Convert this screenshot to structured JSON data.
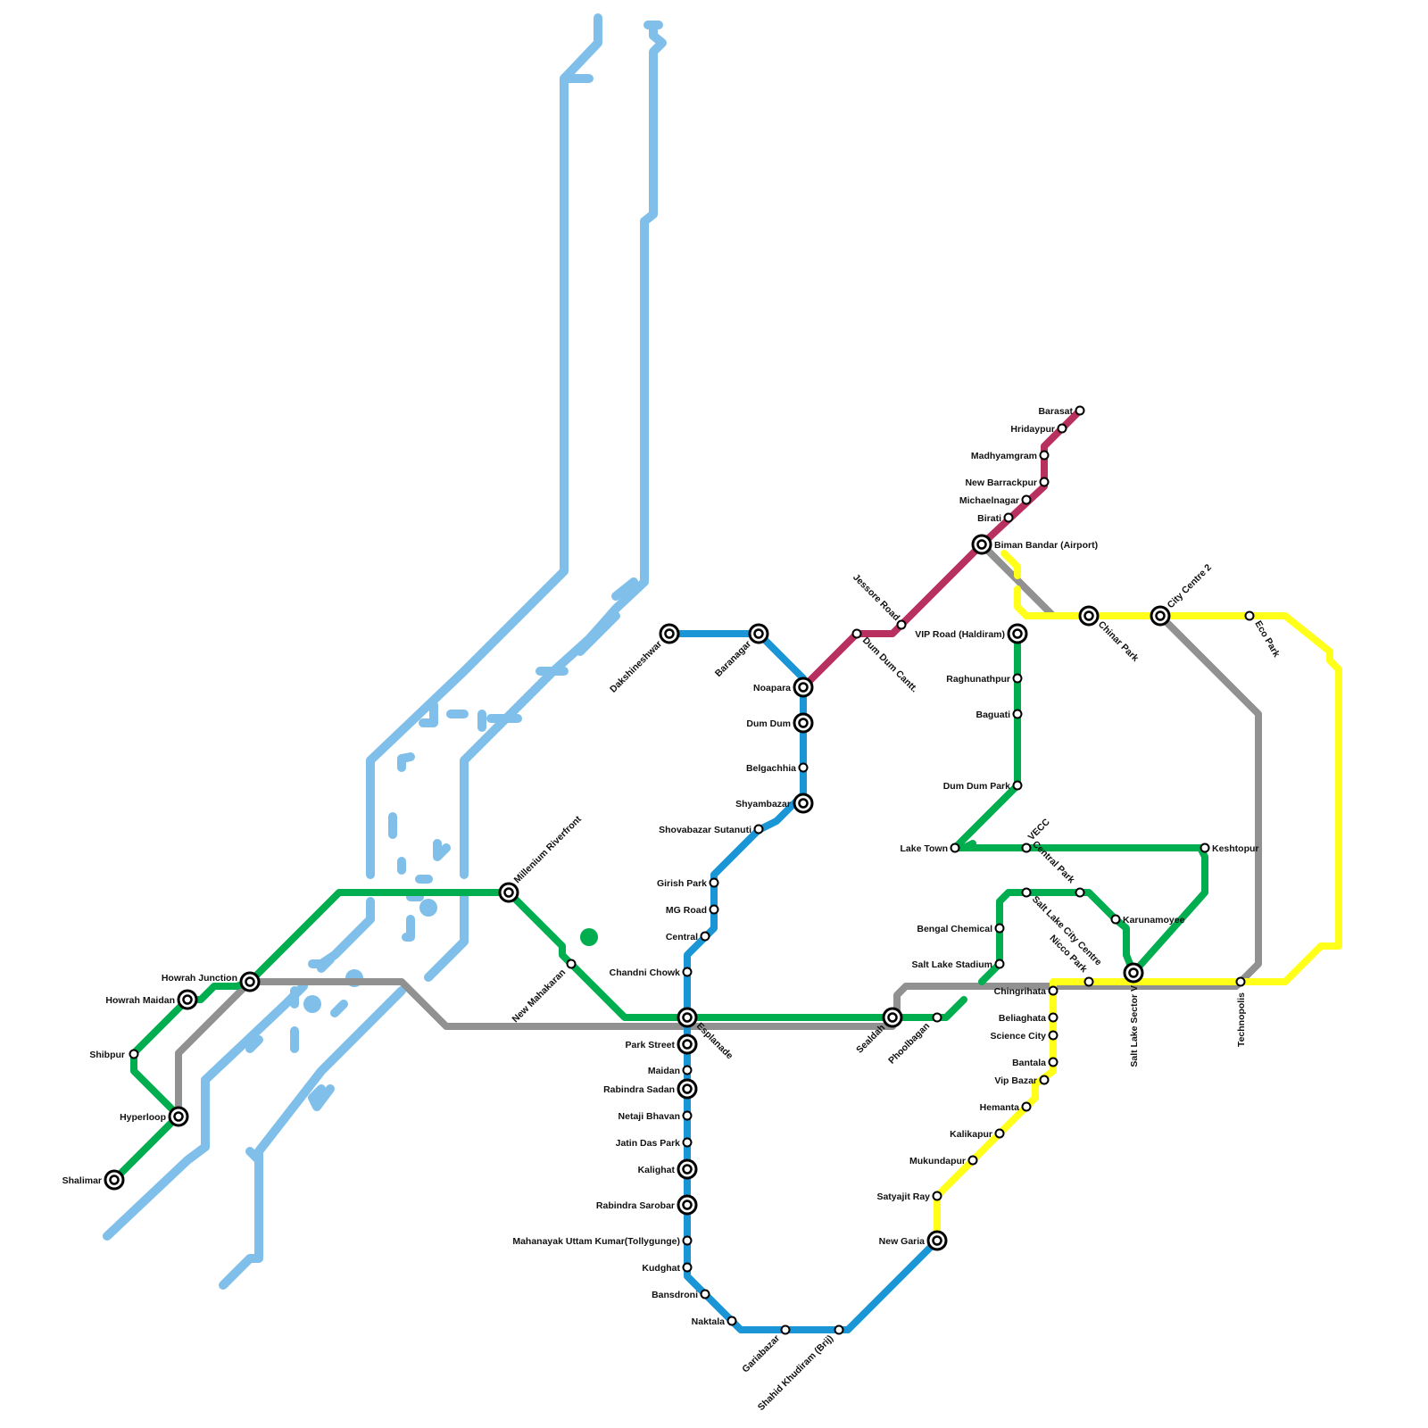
{
  "map": {
    "colors": {
      "river": "#7fbfe9",
      "green": "#00ad4f",
      "gray": "#919191",
      "blue": "#1a96d6",
      "purple": "#b8305f",
      "yellow": "#ffff1a"
    },
    "stations": [
      {
        "id": "shalimar",
        "name": "Shalimar",
        "type": "interchange"
      },
      {
        "id": "hyperloop",
        "name": "Hyperloop",
        "type": "interchange"
      },
      {
        "id": "shibpur",
        "name": "Shibpur",
        "type": "stop"
      },
      {
        "id": "howrah_maidan",
        "name": "Howrah Maidan",
        "type": "interchange"
      },
      {
        "id": "howrah_junction",
        "name": "Howrah Junction",
        "type": "interchange"
      },
      {
        "id": "millenium_riverfront",
        "name": "Millenium Riverfront",
        "type": "interchange"
      },
      {
        "id": "new_mahakaran",
        "name": "New Mahakaran",
        "type": "stop"
      },
      {
        "id": "esplanade",
        "name": "Esplanade",
        "type": "interchange"
      },
      {
        "id": "sealdah",
        "name": "Sealdah",
        "type": "interchange"
      },
      {
        "id": "phoolbagan",
        "name": "Phoolbagan",
        "type": "stop"
      },
      {
        "id": "dakshineshwar",
        "name": "Dakshineshwar",
        "type": "interchange"
      },
      {
        "id": "baranagar",
        "name": "Baranagar",
        "type": "interchange"
      },
      {
        "id": "noapara",
        "name": "Noapara",
        "type": "interchange"
      },
      {
        "id": "dum_dum",
        "name": "Dum Dum",
        "type": "interchange"
      },
      {
        "id": "belgachhia",
        "name": "Belgachhia",
        "type": "stop"
      },
      {
        "id": "shyambazar",
        "name": "Shyambazar",
        "type": "interchange"
      },
      {
        "id": "shovabazar",
        "name": "Shovabazar Sutanuti",
        "type": "stop"
      },
      {
        "id": "girish_park",
        "name": "Girish Park",
        "type": "stop"
      },
      {
        "id": "mg_road",
        "name": "MG Road",
        "type": "stop"
      },
      {
        "id": "central",
        "name": "Central",
        "type": "stop"
      },
      {
        "id": "chandni_chowk",
        "name": "Chandni Chowk",
        "type": "stop"
      },
      {
        "id": "park_street",
        "name": "Park Street",
        "type": "interchange"
      },
      {
        "id": "maidan",
        "name": "Maidan",
        "type": "stop"
      },
      {
        "id": "rabindra_sadan",
        "name": "Rabindra Sadan",
        "type": "interchange"
      },
      {
        "id": "netaji_bhavan",
        "name": "Netaji Bhavan",
        "type": "stop"
      },
      {
        "id": "jatin_das_park",
        "name": "Jatin Das Park",
        "type": "stop"
      },
      {
        "id": "kalighat",
        "name": "Kalighat",
        "type": "interchange"
      },
      {
        "id": "rabindra_sarobar",
        "name": "Rabindra Sarobar",
        "type": "interchange"
      },
      {
        "id": "tollygunge",
        "name": "Mahanayak Uttam Kumar(Tollygunge)",
        "type": "stop"
      },
      {
        "id": "kudghat",
        "name": "Kudghat",
        "type": "stop"
      },
      {
        "id": "bansdroni",
        "name": "Bansdroni",
        "type": "stop"
      },
      {
        "id": "naktala",
        "name": "Naktala",
        "type": "stop"
      },
      {
        "id": "gariabazar",
        "name": "Gariabazar",
        "type": "stop"
      },
      {
        "id": "shahid_khudiram",
        "name": "Shahid Khudiram (Brij)",
        "type": "stop"
      },
      {
        "id": "new_garia",
        "name": "New Garia",
        "type": "interchange"
      },
      {
        "id": "satyajit_ray",
        "name": "Satyajit Ray",
        "type": "stop"
      },
      {
        "id": "mukundapur",
        "name": "Mukundapur",
        "type": "stop"
      },
      {
        "id": "kalikapur",
        "name": "Kalikapur",
        "type": "stop"
      },
      {
        "id": "hemanta",
        "name": "Hemanta",
        "type": "stop"
      },
      {
        "id": "vip_bazar",
        "name": "Vip Bazar",
        "type": "stop"
      },
      {
        "id": "bantala",
        "name": "Bantala",
        "type": "stop"
      },
      {
        "id": "science_city",
        "name": "Science City",
        "type": "stop"
      },
      {
        "id": "beliaghata",
        "name": "Beliaghata",
        "type": "stop"
      },
      {
        "id": "chingrihata",
        "name": "Chingrihata",
        "type": "stop"
      },
      {
        "id": "nicco_park",
        "name": "Nicco Park",
        "type": "stop"
      },
      {
        "id": "salt_lake_sector_v",
        "name": "Salt Lake Sector V",
        "type": "interchange"
      },
      {
        "id": "technopolis",
        "name": "Technopolis",
        "type": "stop"
      },
      {
        "id": "eco_park",
        "name": "Eco Park",
        "type": "stop"
      },
      {
        "id": "city_centre_2",
        "name": "City Centre 2",
        "type": "interchange"
      },
      {
        "id": "chinar_park",
        "name": "Chinar Park",
        "type": "interchange"
      },
      {
        "id": "vip_road",
        "name": "VIP Road (Haldiram)",
        "type": "interchange"
      },
      {
        "id": "raghunathpur",
        "name": "Raghunathpur",
        "type": "stop"
      },
      {
        "id": "baguati",
        "name": "Baguati",
        "type": "stop"
      },
      {
        "id": "dum_dum_park",
        "name": "Dum Dum Park",
        "type": "stop"
      },
      {
        "id": "lake_town",
        "name": "Lake Town",
        "type": "stop"
      },
      {
        "id": "vecc",
        "name": "VECC",
        "type": "stop"
      },
      {
        "id": "keshtopur",
        "name": "Keshtopur",
        "type": "stop"
      },
      {
        "id": "central_park",
        "name": "Central Park",
        "type": "stop"
      },
      {
        "id": "karunamoyee",
        "name": "Karunamoyee",
        "type": "stop"
      },
      {
        "id": "salt_lake_city_centre",
        "name": "Salt Lake City Centre",
        "type": "stop"
      },
      {
        "id": "bengal_chemical",
        "name": "Bengal Chemical",
        "type": "stop"
      },
      {
        "id": "salt_lake_stadium",
        "name": "Salt Lake Stadium",
        "type": "stop"
      },
      {
        "id": "jessore_road",
        "name": "Jessore Road",
        "type": "stop"
      },
      {
        "id": "dum_dum_cantt",
        "name": "Dum Dum Cantt.",
        "type": "stop"
      },
      {
        "id": "biman_bandar",
        "name": "Biman Bandar (Airport)",
        "type": "interchange"
      },
      {
        "id": "birati",
        "name": "Birati",
        "type": "stop"
      },
      {
        "id": "michaelnagar",
        "name": "Michaelnagar",
        "type": "stop"
      },
      {
        "id": "new_barrackpur",
        "name": "New Barrackpur",
        "type": "stop"
      },
      {
        "id": "madhyamgram",
        "name": "Madhyamgram",
        "type": "stop"
      },
      {
        "id": "hridaypur",
        "name": "Hridaypur",
        "type": "stop"
      },
      {
        "id": "barasat",
        "name": "Barasat",
        "type": "stop"
      }
    ]
  }
}
